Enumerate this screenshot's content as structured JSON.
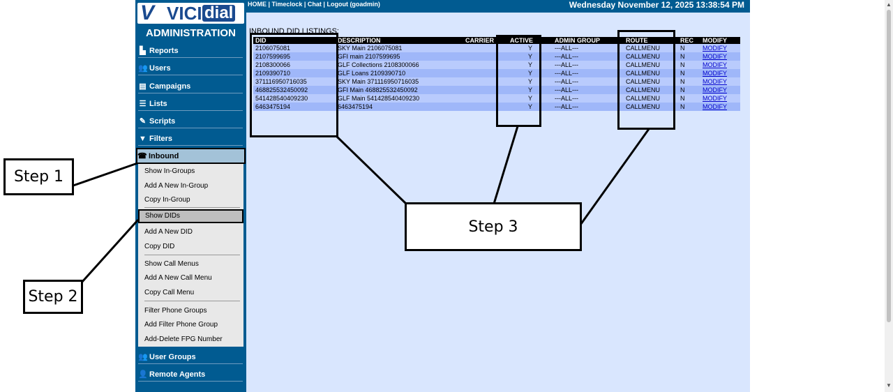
{
  "logo": {
    "v": "V",
    "vici": "VICI",
    "dial": "dial"
  },
  "admin_title": "ADMINISTRATION",
  "topnav": {
    "home": "HOME",
    "timeclock": "Timeclock",
    "chat": "Chat",
    "logout": "Logout (goadmin)",
    "sep": " | "
  },
  "datetime": "Wednesday November 12, 2025 13:38:54 PM",
  "nav": {
    "reports": "Reports",
    "users": "Users",
    "campaigns": "Campaigns",
    "lists": "Lists",
    "scripts": "Scripts",
    "filters": "Filters",
    "inbound": "Inbound",
    "user_groups": "User Groups",
    "remote_agents": "Remote Agents"
  },
  "submenu": {
    "show_ingroups": "Show In-Groups",
    "add_ingroup": "Add A New In-Group",
    "copy_ingroup": "Copy In-Group",
    "show_dids": "Show DIDs",
    "add_did": "Add A New DID",
    "copy_did": "Copy DID",
    "show_callmenus": "Show Call Menus",
    "add_callmenu": "Add A New Call Menu",
    "copy_callmenu": "Copy Call Menu",
    "filter_phone_groups": "Filter Phone Groups",
    "add_filter_phone_group": "Add Filter Phone Group",
    "add_delete_fpg": "Add-Delete FPG Number"
  },
  "listing_title": "INBOUND DID LISTINGS:",
  "table": {
    "headers": [
      "DID",
      "DESCRIPTION",
      "CARRIER",
      "ACTIVE",
      "ADMIN GROUP",
      "ROUTE",
      "REC",
      "MODIFY"
    ],
    "rows": [
      {
        "did": "2106075081",
        "desc": "SKY Main 2106075081",
        "carrier": "",
        "active": "Y",
        "group": "---ALL---",
        "route": "CALLMENU",
        "rec": "N",
        "modify": "MODIFY"
      },
      {
        "did": "2107599695",
        "desc": "GFI main 2107599695",
        "carrier": "",
        "active": "Y",
        "group": "---ALL---",
        "route": "CALLMENU",
        "rec": "N",
        "modify": "MODIFY"
      },
      {
        "did": "2108300066",
        "desc": "GLF Collections 2108300066",
        "carrier": "",
        "active": "Y",
        "group": "---ALL---",
        "route": "CALLMENU",
        "rec": "N",
        "modify": "MODIFY"
      },
      {
        "did": "2109390710",
        "desc": "GLF Loans 2109390710",
        "carrier": "",
        "active": "Y",
        "group": "---ALL---",
        "route": "CALLMENU",
        "rec": "N",
        "modify": "MODIFY"
      },
      {
        "did": "371116950716035",
        "desc": "SKY Main 371116950716035",
        "carrier": "",
        "active": "Y",
        "group": "---ALL---",
        "route": "CALLMENU",
        "rec": "N",
        "modify": "MODIFY"
      },
      {
        "did": "468825532450092",
        "desc": "GFI Main 468825532450092",
        "carrier": "",
        "active": "Y",
        "group": "---ALL---",
        "route": "CALLMENU",
        "rec": "N",
        "modify": "MODIFY"
      },
      {
        "did": "541428540409230",
        "desc": "GLF Main 541428540409230",
        "carrier": "",
        "active": "Y",
        "group": "---ALL---",
        "route": "CALLMENU",
        "rec": "N",
        "modify": "MODIFY"
      },
      {
        "did": "6463475194",
        "desc": "6463475194",
        "carrier": "",
        "active": "Y",
        "group": "---ALL---",
        "route": "CALLMENU",
        "rec": "N",
        "modify": "MODIFY"
      }
    ]
  },
  "annotations": {
    "step1": "Step 1",
    "step2": "Step 2",
    "step3": "Step 3"
  },
  "icons": {
    "reports": "bar-chart-icon",
    "users": "users-icon",
    "campaigns": "table-icon",
    "lists": "list-icon",
    "scripts": "pencil-icon",
    "filters": "funnel-icon",
    "inbound": "phone-incoming-icon",
    "user_groups": "user-group-icon",
    "remote_agents": "remote-agent-icon"
  }
}
